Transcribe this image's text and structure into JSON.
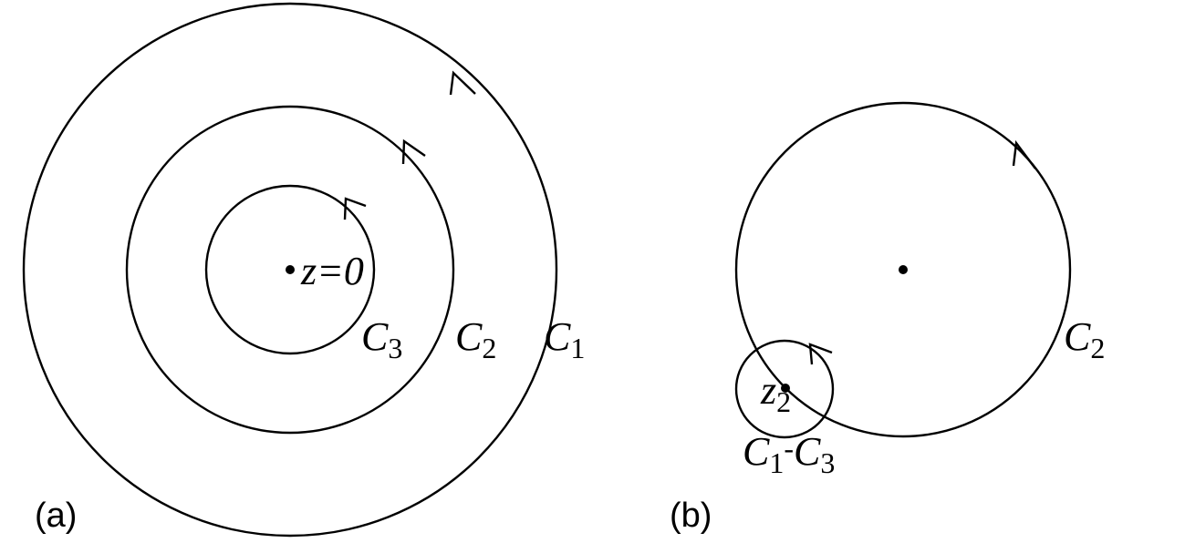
{
  "panel_a": {
    "label": "(a)",
    "point_label": "z=0",
    "contours": [
      {
        "letter": "C",
        "sub": "1"
      },
      {
        "letter": "C",
        "sub": "2"
      },
      {
        "letter": "C",
        "sub": "3"
      }
    ]
  },
  "panel_b": {
    "label": "(b)",
    "point_letter": "z",
    "point_sub": "2",
    "contour": {
      "letter": "C",
      "sub": "2"
    },
    "small_contour": {
      "letter1": "C",
      "sub1": "1",
      "minus": "-",
      "letter2": "C",
      "sub2": "3"
    }
  }
}
